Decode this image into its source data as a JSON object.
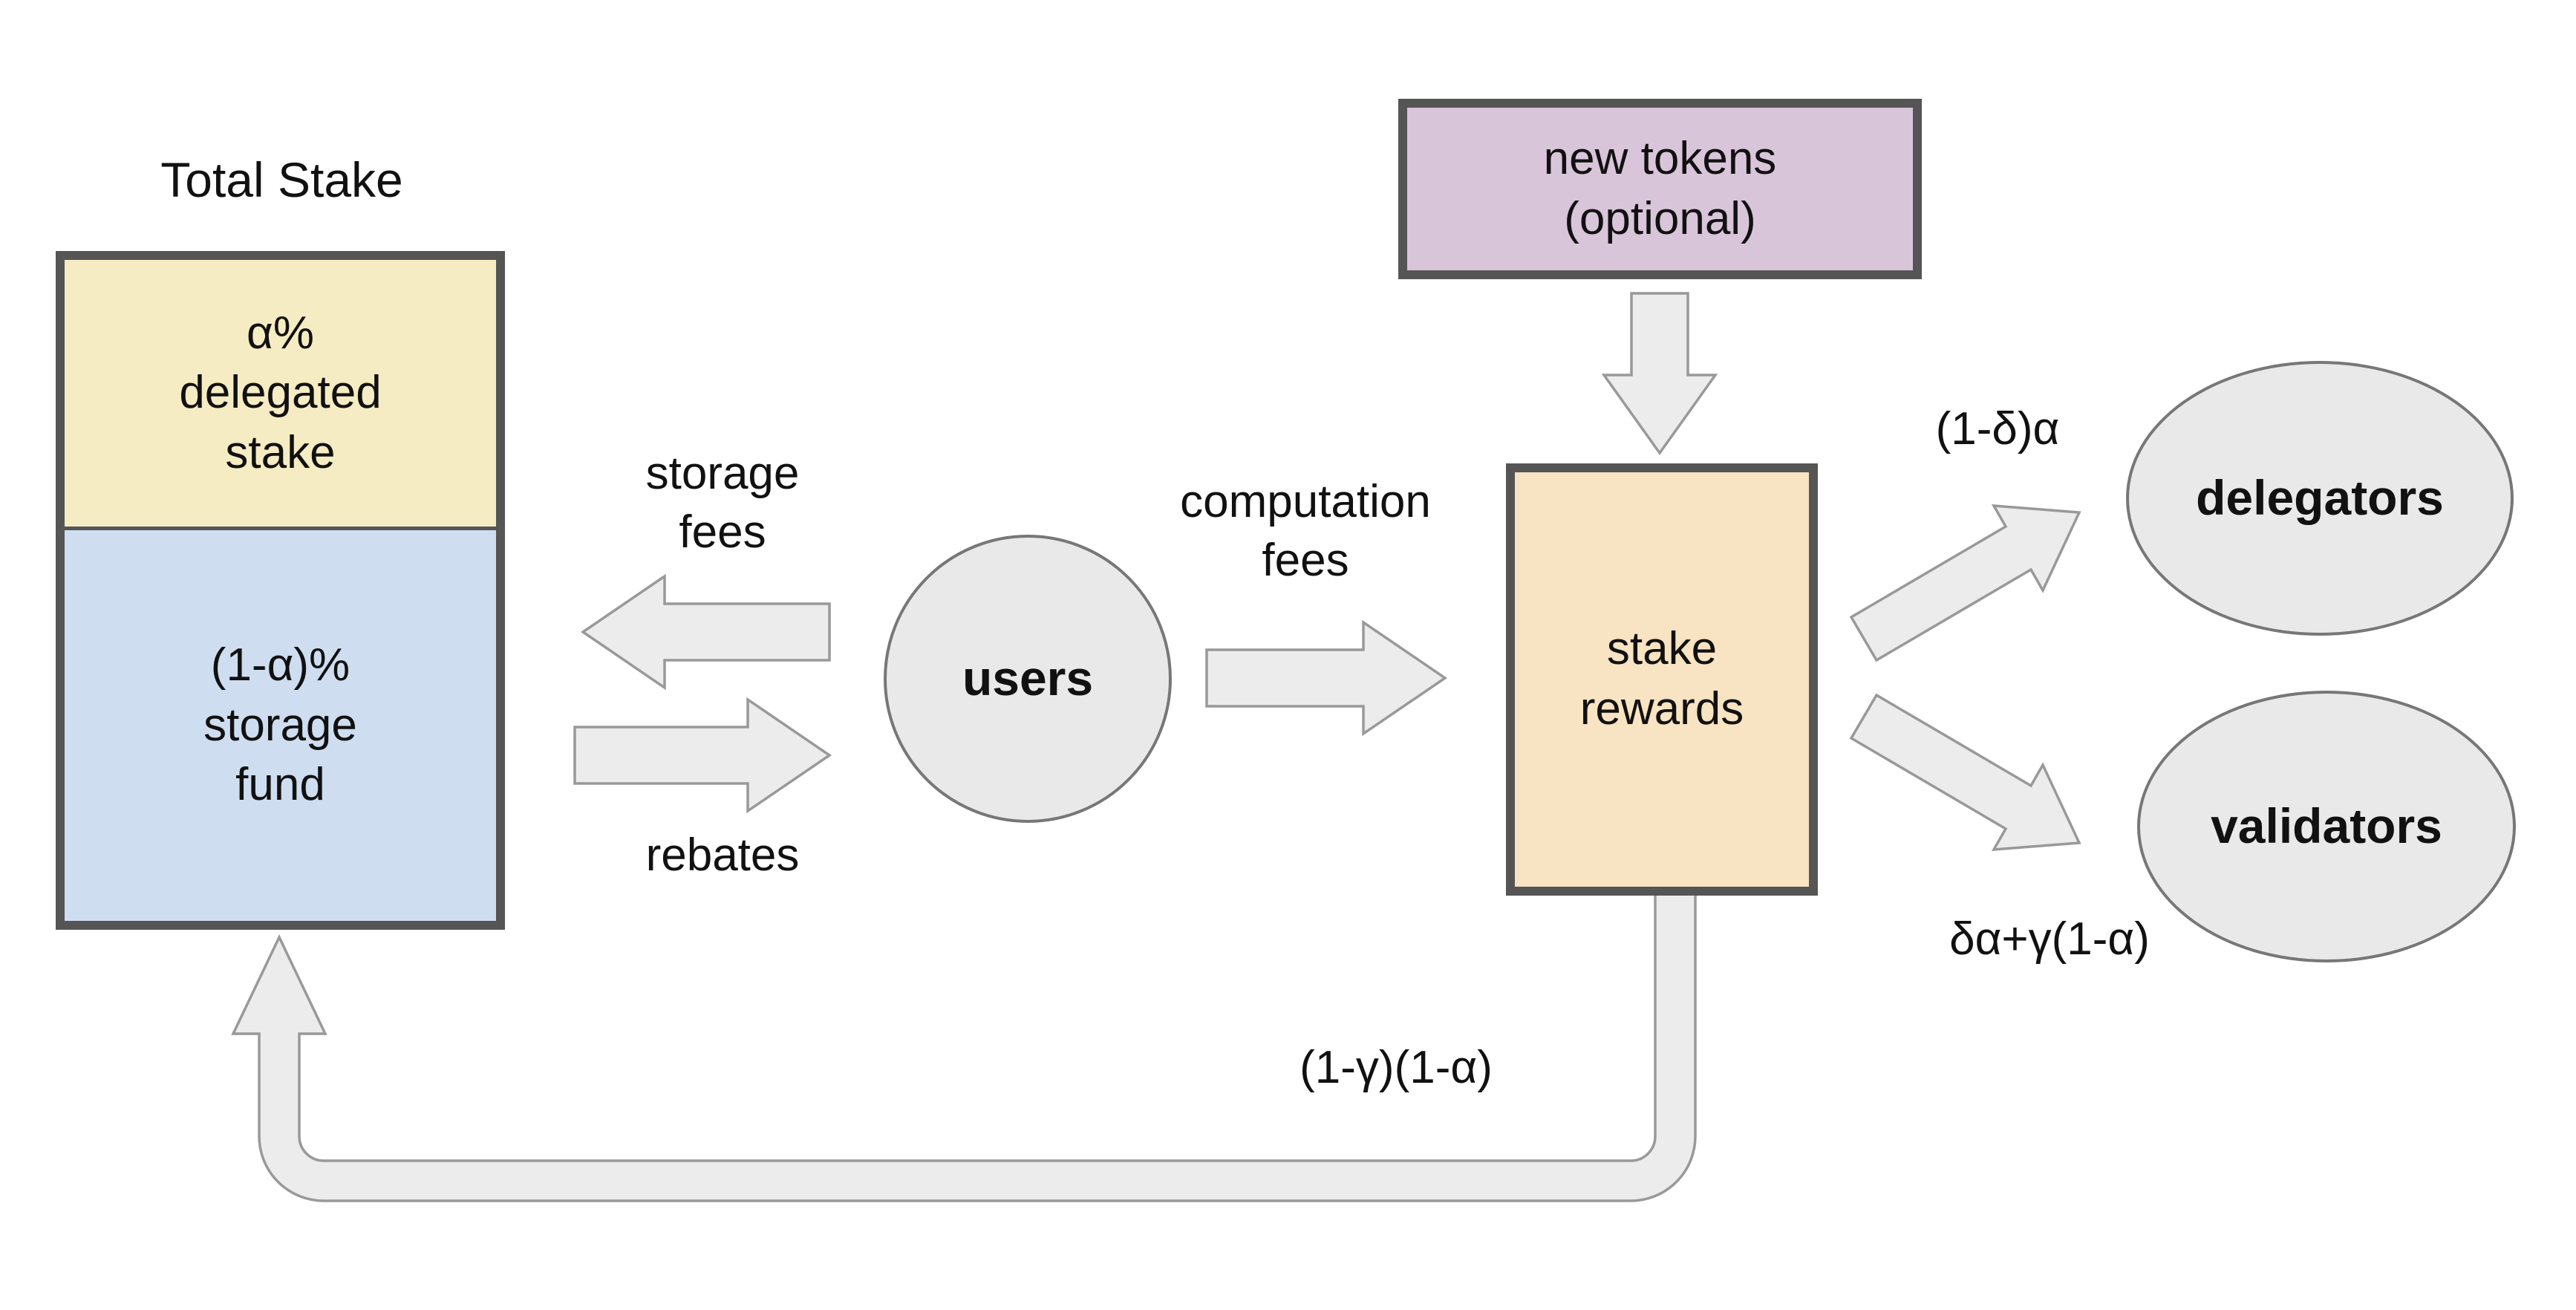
{
  "diagram": {
    "title": "Total Stake",
    "total_stake": {
      "delegated": "α%\ndelegated\nstake",
      "storage_fund": "(1-α)%\nstorage\nfund"
    },
    "nodes": {
      "users": "users",
      "stake_rewards": "stake\nrewards",
      "new_tokens": "new tokens\n(optional)",
      "delegators": "delegators",
      "validators": "validators"
    },
    "flow_labels": {
      "storage_fees": "storage\nfees",
      "rebates": "rebates",
      "computation_fees": "computation\nfees",
      "delegators_share": "(1-δ)α",
      "validators_share": "δα+γ(1-α)",
      "storage_fund_return": "(1-γ)(1-α)"
    },
    "colors": {
      "delegated_stake_fill": "#f6ecc3",
      "storage_fund_fill": "#cfddf0",
      "new_tokens_fill": "#d9c5d9",
      "stake_rewards_fill": "#f8e3c2",
      "node_fill": "#e9e9e9",
      "arrow_fill": "#ececec",
      "arrow_stroke": "#999999",
      "box_border": "#555555"
    }
  }
}
